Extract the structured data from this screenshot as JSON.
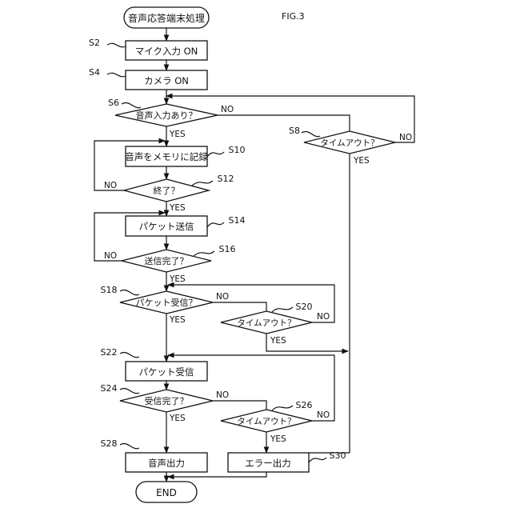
{
  "figure_label": "FIG.3",
  "nodes": {
    "start": "音声応答端末処理",
    "s2": "マイク入力 ON",
    "s4": "カメラ ON",
    "s6": "音声入力あり？",
    "s8": "タイムアウト？",
    "s10": "音声をメモリに記録",
    "s12": "終了？",
    "s14": "パケット送信",
    "s16": "送信完了？",
    "s18": "パケット受信？",
    "s20": "タイムアウト？",
    "s22": "パケット受信",
    "s24": "受信完了？",
    "s26": "タイムアウト？",
    "s28": "音声出力",
    "s30": "エラー出力",
    "end": "END"
  },
  "step_labels": {
    "s2": "S2",
    "s4": "S4",
    "s6": "S6",
    "s8": "S8",
    "s10": "S10",
    "s12": "S12",
    "s14": "S14",
    "s16": "S16",
    "s18": "S18",
    "s20": "S20",
    "s22": "S22",
    "s24": "S24",
    "s26": "S26",
    "s28": "S28",
    "s30": "S30"
  },
  "branch_labels": {
    "yes": "YES",
    "no": "NO"
  }
}
